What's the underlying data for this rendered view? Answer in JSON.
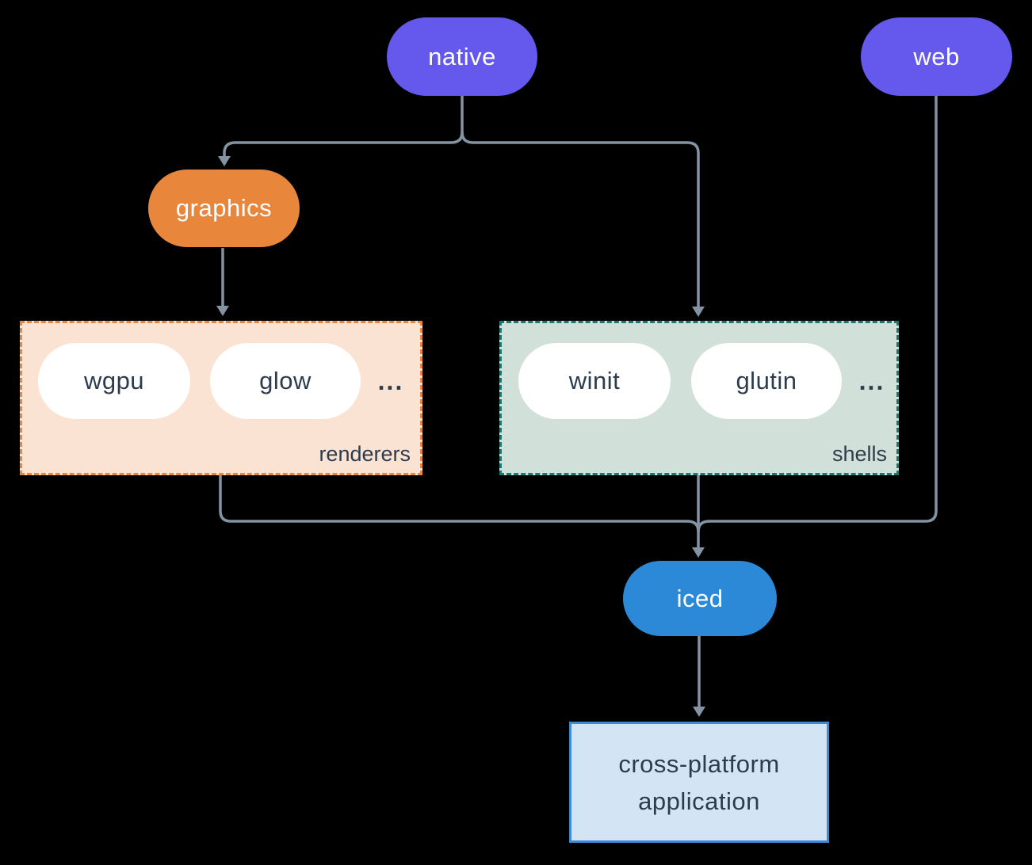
{
  "diagram": {
    "nodes": {
      "native": "native",
      "web": "web",
      "graphics": "graphics",
      "iced": "iced"
    },
    "groups": {
      "renderers": {
        "label": "renderers",
        "items": [
          "wgpu",
          "glow"
        ],
        "more": "..."
      },
      "shells": {
        "label": "shells",
        "items": [
          "winit",
          "glutin"
        ],
        "more": "..."
      }
    },
    "app_box": {
      "line1": "cross-platform",
      "line2": "application"
    }
  },
  "colors": {
    "bg": "#000000",
    "purple": "#6459ec",
    "orange": "#e8873c",
    "blue": "#2b89d8",
    "ink": "#2d3c4d",
    "line": "#8493a2",
    "renderers-bg": "#fae3d2",
    "renderers-border": "#e8873c",
    "shells-bg": "#d2e0da",
    "shells-border": "#1f766c",
    "app-bg": "#d3e5f5",
    "app-border": "#3a8ad5"
  }
}
